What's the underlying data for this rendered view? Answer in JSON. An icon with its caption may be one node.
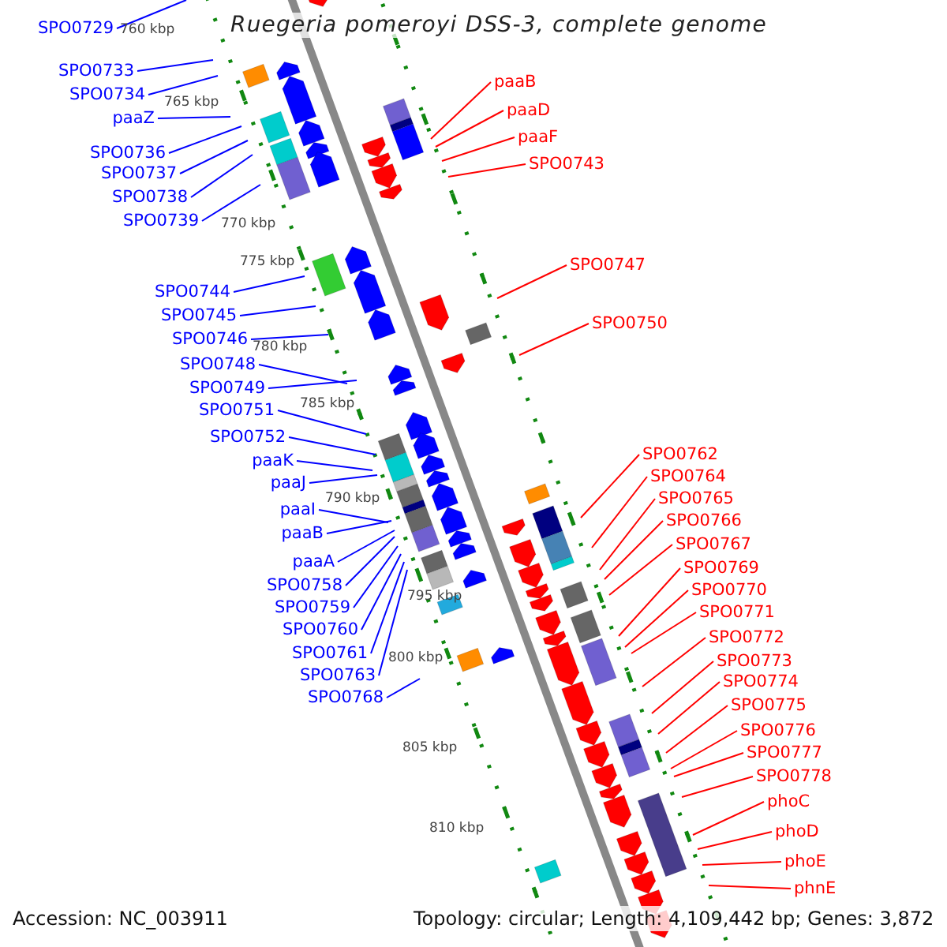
{
  "diagram": {
    "title": "Ruegeria pomeroyi DSS-3, complete genome",
    "nodes": [
      {
        "text": [
          "SPO0729"
        ]
      },
      {
        "text": [
          "SPO0733"
        ]
      },
      {
        "text": [
          "SPO0734"
        ]
      },
      {
        "text": [
          "paaZ"
        ]
      },
      {
        "text": [
          "SPO0736"
        ]
      },
      {
        "text": [
          "SPO0737"
        ]
      },
      {
        "text": [
          "SPO0738"
        ]
      },
      {
        "text": [
          "SPO0739"
        ]
      },
      {
        "text": [
          "SPO0744"
        ]
      },
      {
        "text": [
          "SPO0745"
        ]
      },
      {
        "text": [
          "SPO0746"
        ]
      },
      {
        "text": [
          "SPO0748"
        ]
      },
      {
        "text": [
          "SPO0749"
        ]
      },
      {
        "text": [
          "SPO0751"
        ]
      },
      {
        "text": [
          "SPO0752"
        ]
      },
      {
        "text": [
          "paaK"
        ]
      },
      {
        "text": [
          "paaJ"
        ]
      },
      {
        "text": [
          "paaI"
        ]
      },
      {
        "text": [
          "paaB"
        ]
      },
      {
        "text": [
          "paaA"
        ]
      },
      {
        "text": [
          "SPO0758"
        ]
      },
      {
        "text": [
          "SPO0759"
        ]
      },
      {
        "text": [
          "SPO0760"
        ]
      },
      {
        "text": [
          "SPO0761"
        ]
      },
      {
        "text": [
          "SPO0763"
        ]
      },
      {
        "text": [
          "SPO0768"
        ]
      },
      {
        "text": [
          "paaB"
        ]
      },
      {
        "text": [
          "paaD"
        ]
      },
      {
        "text": [
          "paaF"
        ]
      },
      {
        "text": [
          "SPO0743"
        ]
      },
      {
        "text": [
          "SPO0747"
        ]
      },
      {
        "text": [
          "SPO0750"
        ]
      },
      {
        "text": [
          "SPO0762"
        ]
      },
      {
        "text": [
          "SPO0764"
        ]
      },
      {
        "text": [
          "SPO0765"
        ]
      },
      {
        "text": [
          "SPO0766"
        ]
      },
      {
        "text": [
          "SPO0767"
        ]
      },
      {
        "text": [
          "SPO0769"
        ]
      },
      {
        "text": [
          "SPO0770"
        ]
      },
      {
        "text": [
          "SPO0771"
        ]
      },
      {
        "text": [
          "SPO0772"
        ]
      },
      {
        "text": [
          "SPO0773"
        ]
      },
      {
        "text": [
          "SPO0774"
        ]
      },
      {
        "text": [
          "SPO0775"
        ]
      },
      {
        "text": [
          "SPO0776"
        ]
      },
      {
        "text": [
          "SPO0777"
        ]
      },
      {
        "text": [
          "SPO0778"
        ]
      },
      {
        "text": [
          "phoC"
        ]
      },
      {
        "text": [
          "phoD"
        ]
      },
      {
        "text": [
          "phoE"
        ]
      },
      {
        "text": [
          "phnE"
        ]
      }
    ],
    "edges": [
      {
        "from": 0,
        "to": null,
        "arrow": "none"
      },
      {
        "from": 1,
        "to": null,
        "arrow": "none"
      },
      {
        "from": 2,
        "to": null,
        "arrow": "none"
      },
      {
        "from": 3,
        "to": null,
        "arrow": "none"
      },
      {
        "from": 4,
        "to": null,
        "arrow": "none"
      },
      {
        "from": 5,
        "to": null,
        "arrow": "none"
      },
      {
        "from": 6,
        "to": null,
        "arrow": "none"
      },
      {
        "from": 7,
        "to": null,
        "arrow": "none"
      },
      {
        "from": 8,
        "to": null,
        "arrow": "none"
      },
      {
        "from": 9,
        "to": null,
        "arrow": "none"
      },
      {
        "from": 10,
        "to": null,
        "arrow": "none"
      },
      {
        "from": 11,
        "to": null,
        "arrow": "none"
      },
      {
        "from": 12,
        "to": null,
        "arrow": "none"
      },
      {
        "from": 13,
        "to": null,
        "arrow": "none"
      },
      {
        "from": 14,
        "to": null,
        "arrow": "none"
      },
      {
        "from": 15,
        "to": null,
        "arrow": "none"
      },
      {
        "from": 16,
        "to": null,
        "arrow": "none"
      },
      {
        "from": 17,
        "to": null,
        "arrow": "none"
      },
      {
        "from": 18,
        "to": null,
        "arrow": "none"
      },
      {
        "from": 19,
        "to": null,
        "arrow": "none"
      },
      {
        "from": 20,
        "to": null,
        "arrow": "none"
      },
      {
        "from": 21,
        "to": null,
        "arrow": "none"
      },
      {
        "from": 22,
        "to": null,
        "arrow": "none"
      },
      {
        "from": 23,
        "to": null,
        "arrow": "none"
      },
      {
        "from": 24,
        "to": null,
        "arrow": "none"
      },
      {
        "from": 25,
        "to": null,
        "arrow": "none"
      },
      {
        "from": 26,
        "to": null,
        "arrow": "none",
        "color": "#ff0000"
      },
      {
        "from": 27,
        "to": null,
        "arrow": "none",
        "color": "#ff0000"
      },
      {
        "from": 28,
        "to": null,
        "arrow": "none",
        "color": "#ff0000"
      },
      {
        "from": 29,
        "to": null,
        "arrow": "none",
        "color": "#ff0000"
      },
      {
        "from": 30,
        "to": null,
        "arrow": "none",
        "color": "#ff0000"
      },
      {
        "from": 31,
        "to": null,
        "arrow": "none",
        "color": "#ff0000"
      },
      {
        "from": 32,
        "to": null,
        "arrow": "none",
        "color": "#ff0000"
      },
      {
        "from": 33,
        "to": null,
        "arrow": "none",
        "color": "#ff0000"
      },
      {
        "from": 34,
        "to": null,
        "arrow": "none",
        "color": "#ff0000"
      },
      {
        "from": 35,
        "to": null,
        "arrow": "none",
        "color": "#ff0000"
      },
      {
        "from": 36,
        "to": null,
        "arrow": "none",
        "color": "#ff0000"
      },
      {
        "from": 37,
        "to": null,
        "arrow": "none",
        "color": "#ff0000"
      },
      {
        "from": 38,
        "to": null,
        "arrow": "none",
        "color": "#ff0000"
      },
      {
        "from": 39,
        "to": null,
        "arrow": "none",
        "color": "#ff0000"
      },
      {
        "from": 40,
        "to": null,
        "arrow": "none",
        "color": "#ff0000"
      },
      {
        "from": 41,
        "to": null,
        "arrow": "none",
        "color": "#ff0000"
      },
      {
        "from": 42,
        "to": null,
        "arrow": "none",
        "color": "#ff0000"
      },
      {
        "from": 43,
        "to": null,
        "arrow": "none",
        "color": "#ff0000"
      },
      {
        "from": 44,
        "to": null,
        "arrow": "none",
        "color": "#ff0000"
      },
      {
        "from": 45,
        "to": null,
        "arrow": "none",
        "color": "#ff0000"
      },
      {
        "from": 46,
        "to": null,
        "arrow": "none",
        "color": "#ff0000"
      },
      {
        "from": 47,
        "to": null,
        "arrow": "none",
        "color": "#ff0000"
      },
      {
        "from": 48,
        "to": null,
        "arrow": "none",
        "color": "#ff0000"
      },
      {
        "from": 49,
        "to": null,
        "arrow": "none",
        "color": "#ff0000"
      },
      {
        "from": 50,
        "to": null,
        "arrow": "none",
        "color": "#ff0000"
      }
    ],
    "labels": [
      "760 kbp",
      "765 kbp",
      "770 kbp",
      "775 kbp",
      "780 kbp",
      "785 kbp",
      "790 kbp",
      "795 kbp",
      "800 kbp",
      "805 kbp",
      "810 kbp",
      "Accession: NC_003911",
      "Topology: circular; Length: 4,109,442 bp; Genes: 3,872"
    ]
  }
}
